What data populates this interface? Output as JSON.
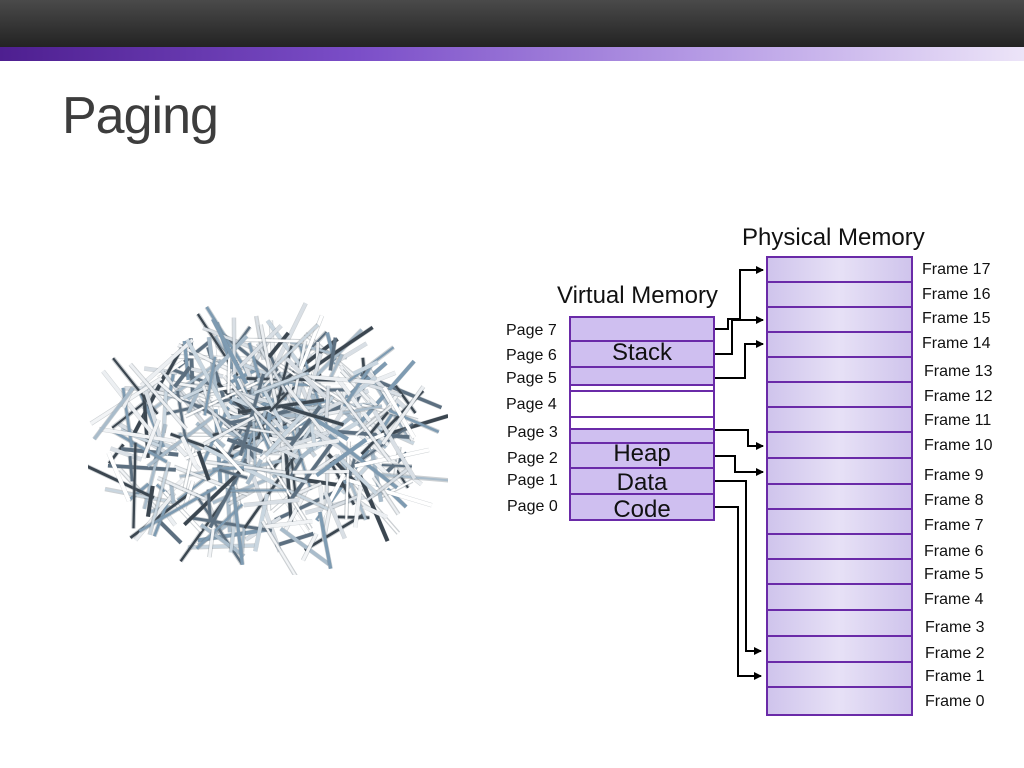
{
  "slide": {
    "title": "Paging"
  },
  "colors": {
    "accent_purple": "#6a2aa8",
    "page_fill": "#cfbff0",
    "frame_fill": "#d8cff0"
  },
  "illustration": {
    "icon": "shredded-paper-pile-icon"
  },
  "virtual_memory": {
    "caption": "Virtual Memory",
    "pages": [
      "Page 0",
      "Page 1",
      "Page 2",
      "Page 3",
      "Page 4",
      "Page 5",
      "Page 6",
      "Page 7"
    ],
    "segments": {
      "stack": "Stack",
      "heap": "Heap",
      "data": "Data",
      "code": "Code"
    }
  },
  "physical_memory": {
    "caption": "Physical Memory",
    "frames": [
      "Frame 0",
      "Frame 1",
      "Frame 2",
      "Frame 3",
      "Frame 4",
      "Frame 5",
      "Frame 6",
      "Frame 7",
      "Frame 8",
      "Frame 9",
      "Frame 10",
      "Frame 11",
      "Frame 12",
      "Frame 13",
      "Frame 14",
      "Frame 15",
      "Frame 16",
      "Frame 17"
    ]
  }
}
